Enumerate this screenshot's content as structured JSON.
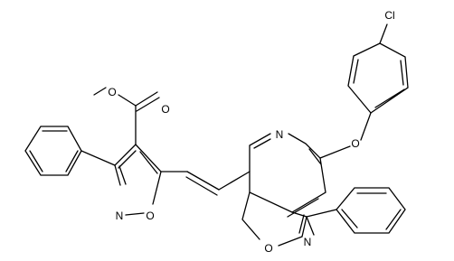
{
  "atoms": {
    "o_methoxy": "O",
    "o_carbonyl": "O",
    "n_isoxazole_left": "N",
    "o_isoxazole_left": "O",
    "n_pyridine": "N",
    "o_ether": "O",
    "cl": "Cl",
    "o_isoxazole_right": "O",
    "n_isoxazole_right": "N"
  },
  "colors": {
    "bond": "#000000",
    "label": "#000000",
    "background": "#ffffff"
  }
}
